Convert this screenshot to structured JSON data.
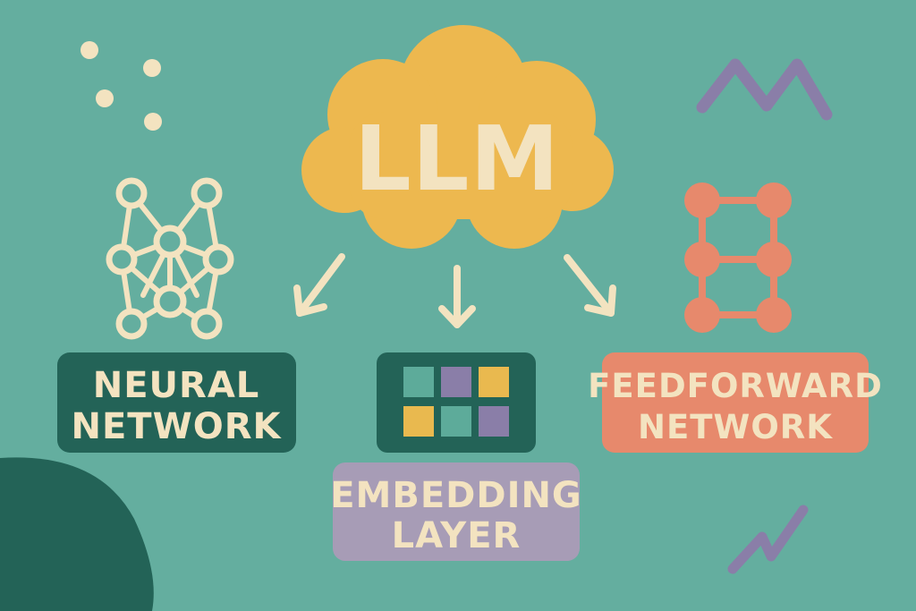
{
  "colors": {
    "background": "#64ae9f",
    "cloud": "#edb84f",
    "cream": "#f3e3c0",
    "dark_green": "#236357",
    "purple": "#8a7ea8",
    "lavender": "#a79cb6",
    "salmon": "#e7896c",
    "teal_tile": "#5dab9a",
    "gold_tile": "#e9b94f"
  },
  "cloud": {
    "label": "LLM"
  },
  "boxes": {
    "neural": {
      "line1": "NEURAL",
      "line2": "NETWORK"
    },
    "embedding": {
      "line1": "EMBEDDING",
      "line2": "LAYER"
    },
    "feedforward": {
      "line1": "FEEDFORWARD",
      "line2": "NETWORK"
    }
  },
  "icons": {
    "neural": "neural-network-icon",
    "embedding": "embedding-grid-icon",
    "feedforward": "feedforward-network-icon"
  }
}
